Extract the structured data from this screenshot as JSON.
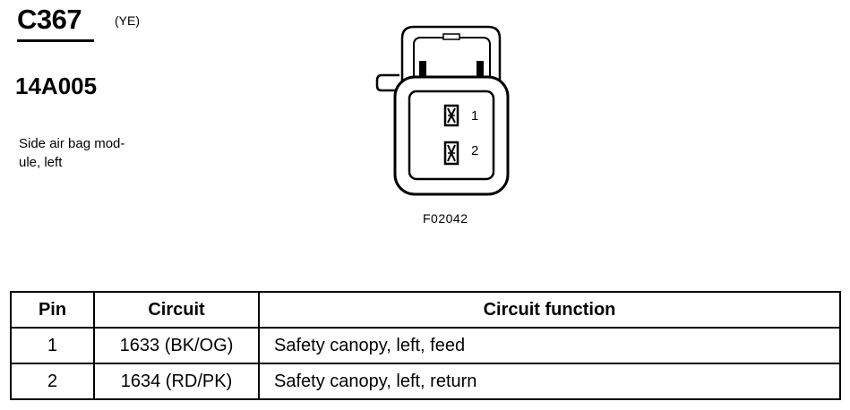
{
  "header": {
    "connector_id": "C367",
    "connector_color": "(YE)",
    "part_number": "14A005",
    "description_lines": [
      "Side air bag mod-",
      "ule, left"
    ]
  },
  "diagram": {
    "pin_labels": [
      "1",
      "2"
    ],
    "figure_code": "F02042"
  },
  "table": {
    "headers": [
      "Pin",
      "Circuit",
      "Circuit function"
    ],
    "rows": [
      {
        "pin": "1",
        "circuit": "1633 (BK/OG)",
        "function": "Safety canopy, left, feed"
      },
      {
        "pin": "2",
        "circuit": "1634 (RD/PK)",
        "function": "Safety canopy, left, return"
      }
    ]
  }
}
